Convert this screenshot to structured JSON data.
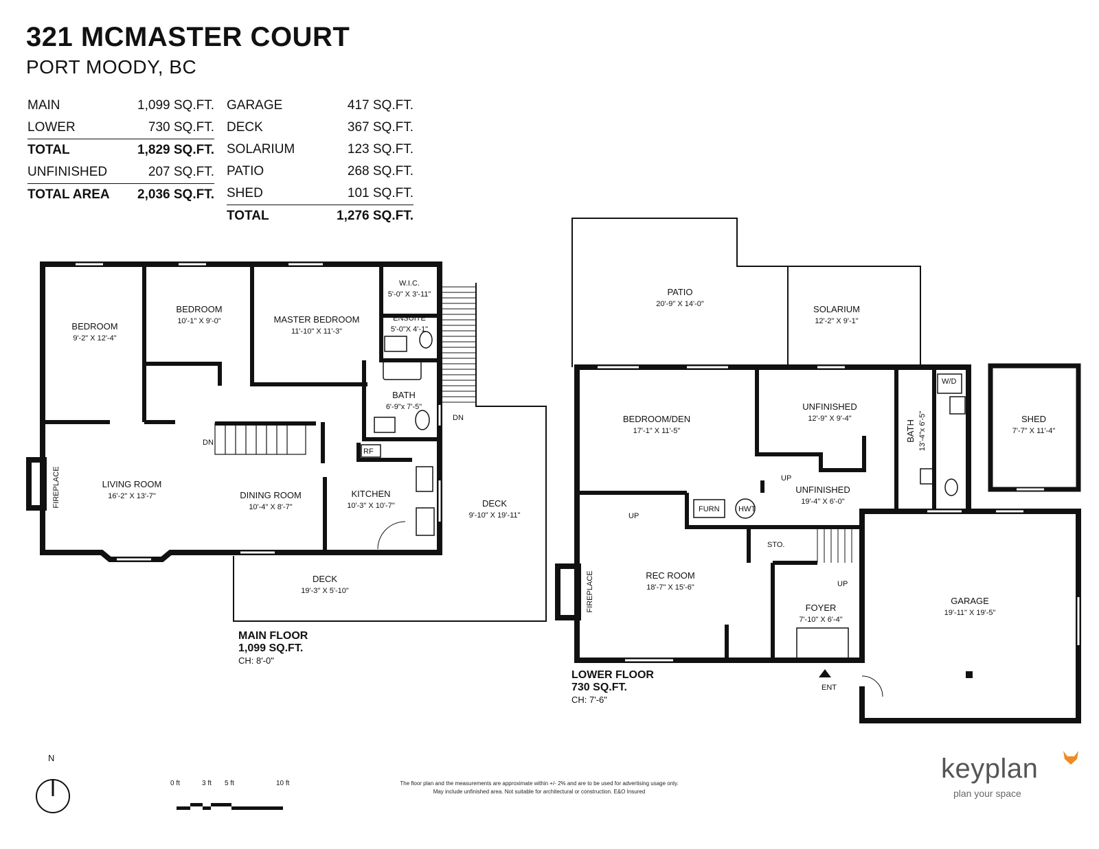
{
  "header": {
    "title": "321 MCMASTER COURT",
    "subtitle": "PORT MOODY, BC"
  },
  "areas_left": [
    {
      "label": "MAIN",
      "value": "1,099 SQ.FT.",
      "bold": false
    },
    {
      "label": "LOWER",
      "value": "730 SQ.FT.",
      "bold": false,
      "rule_after": true
    },
    {
      "label": "TOTAL",
      "value": "1,829 SQ.FT.",
      "bold": true
    },
    {
      "label": "UNFINISHED",
      "value": "207 SQ.FT.",
      "bold": false,
      "rule_after": true
    },
    {
      "label": "TOTAL AREA",
      "value": "2,036 SQ.FT.",
      "bold": true
    }
  ],
  "areas_right": [
    {
      "label": "GARAGE",
      "value": "417 SQ.FT.",
      "bold": false
    },
    {
      "label": "DECK",
      "value": "367 SQ.FT.",
      "bold": false
    },
    {
      "label": "SOLARIUM",
      "value": "123 SQ.FT.",
      "bold": false
    },
    {
      "label": "PATIO",
      "value": "268 SQ.FT.",
      "bold": false
    },
    {
      "label": "SHED",
      "value": "101 SQ.FT.",
      "bold": false,
      "rule_after": true
    },
    {
      "label": "TOTAL",
      "value": "1,276 SQ.FT.",
      "bold": true
    }
  ],
  "main_floor": {
    "name": "MAIN FLOOR",
    "area": "1,099 SQ.FT.",
    "ceiling": "CH: 8'-0\"",
    "rooms": {
      "bedroom1": {
        "name": "BEDROOM",
        "dim": "9'-2\"  X  12'-4\""
      },
      "bedroom2": {
        "name": "BEDROOM",
        "dim": "10'-1\"  X  9'-0\""
      },
      "master": {
        "name": "MASTER BEDROOM",
        "dim": "11'-10\"  X  11'-3\""
      },
      "wic": {
        "name": "W.I.C.",
        "dim": "5'-0\" X 3'-11\""
      },
      "ensuite": {
        "name": "ENSUITE",
        "dim": "5'-0\"X 4'-1\""
      },
      "bath": {
        "name": "BATH",
        "dim": "6'-9\"x 7'-5\""
      },
      "living": {
        "name": "LIVING ROOM",
        "dim": "16'-2\"  X  13'-7\""
      },
      "dining": {
        "name": "DINING ROOM",
        "dim": "10'-4\"  X  8'-7\""
      },
      "kitchen": {
        "name": "KITCHEN",
        "dim": "10'-3\"  X  10'-7\""
      },
      "deck_front": {
        "name": "DECK",
        "dim": "19'-3\"  X  5'-10\""
      },
      "deck_side": {
        "name": "DECK",
        "dim": "9'-10\"  X  19'-11\""
      }
    },
    "labels": {
      "fireplace": "FIREPLACE",
      "dn1": "DN",
      "dn2": "DN",
      "rf": "RF"
    }
  },
  "lower_floor": {
    "name": "LOWER FLOOR",
    "area": "730 SQ.FT.",
    "ceiling": "CH: 7'-6\"",
    "rooms": {
      "patio": {
        "name": "PATIO",
        "dim": "20'-9\"  X  14'-0\""
      },
      "solarium": {
        "name": "SOLARIUM",
        "dim": "12'-2\"  X  9'-1\""
      },
      "bedden": {
        "name": "BEDROOM/DEN",
        "dim": "17'-1\"  X  11'-5\""
      },
      "unfin1": {
        "name": "UNFINISHED",
        "dim": "12'-9\"  X  9'-4\""
      },
      "unfin2": {
        "name": "UNFINISHED",
        "dim": "19'-4\"  X  6'-0\""
      },
      "bath": {
        "name": "BATH",
        "dim": "13'-4\"x 6'-5\""
      },
      "shed": {
        "name": "SHED",
        "dim": "7'-7\"  X  11'-4\""
      },
      "rec": {
        "name": "REC ROOM",
        "dim": "18'-7\"  X  15'-6\""
      },
      "foyer": {
        "name": "FOYER",
        "dim": "7'-10\"  X  6'-4\""
      },
      "garage": {
        "name": "GARAGE",
        "dim": "19'-11\"  X  19'-5\""
      }
    },
    "labels": {
      "fireplace": "FIREPLACE",
      "wd": "W/D",
      "furn": "FURN",
      "hwt": "HWT",
      "sto": "STO.",
      "up1": "UP",
      "up2": "UP",
      "up3": "UP",
      "ent": "ENT"
    }
  },
  "north": "N",
  "scale": {
    "t0": "0 ft",
    "t3": "3 ft",
    "t5": "5 ft",
    "t10": "10 ft"
  },
  "disclaimer": {
    "line1": "The floor plan and the measurements are approximate within +/- 2% and are to be used for advertising usage only.",
    "line2": "May include unfinished area. Not suitable for architectural or construction. E&O Insured"
  },
  "brand": {
    "name": "keyplan",
    "tagline": "plan your space",
    "accent": "#f08a24"
  }
}
